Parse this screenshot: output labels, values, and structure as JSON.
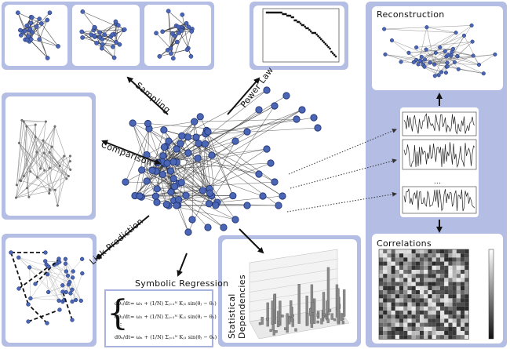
{
  "labels": {
    "sampling": "Sampling",
    "power_law": "Power Law",
    "comparison": "Comparison",
    "link_prediction": "Link Prediction",
    "symbolic_regression": "Symbolic Regression",
    "statistical_dependencies_1": "Statistical",
    "statistical_dependencies_2": "Dependencies",
    "reconstruction": "Reconstruction",
    "correlations": "Correlations",
    "ellipsis": "..."
  },
  "equations": {
    "lhs1": "dθ₁/dt",
    "rhs1": "= ω₁ + (1/N) Σⱼ₌₁ᴺ Kⱼ₁ sin(θⱼ − θ₁)",
    "lhs2": "dθ₂/dt",
    "rhs2": "= ω₂ + (1/N) Σⱼ₌₁ᴺ Kⱼ₁ sin(θⱼ − θ₂)",
    "dots": "⋮",
    "lhsN": "dθₙ/dt",
    "rhsN": "= ωₙ + (1/N) Σⱼ₌₁ᴺ Kⱼ₁ sin(θⱼ − θₙ)"
  },
  "colors": {
    "panel_border": "#a9b2dc",
    "right_panel_bg": "#b4bde3",
    "node_fill": "#4a66b5",
    "node_stroke": "#1d2f6e",
    "edge": "#2b2b2b"
  }
}
